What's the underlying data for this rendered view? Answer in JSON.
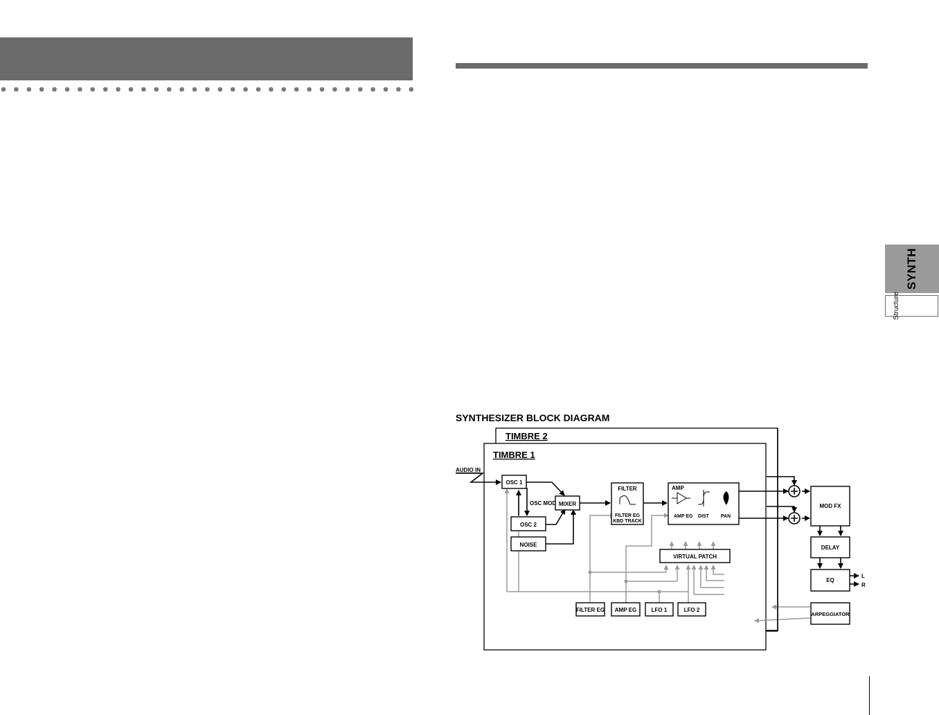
{
  "sidebar": {
    "tab_main": "SYNTH",
    "tab_sub": "Structure"
  },
  "diagram": {
    "title": "SYNTHESIZER BLOCK DIAGRAM",
    "timbre2_label": "TIMBRE 2",
    "timbre1_label": "TIMBRE 1",
    "audio_in": "AUDIO IN",
    "osc1": "OSC 1",
    "osc2": "OSC 2",
    "noise": "NOISE",
    "osc_mod": "OSC MOD",
    "mixer": "MIXER",
    "filter": "FILTER",
    "filter_eg_kbd_line1": "FILTER EG",
    "filter_eg_kbd_line2": "KBD TRACK",
    "amp": "AMP",
    "amp_eg_small": "AMP EG",
    "dist": "DIST",
    "pan": "PAN",
    "virtual_patch": "VIRTUAL PATCH",
    "filter_eg": "FILTER EG",
    "amp_eg": "AMP EG",
    "lfo1": "LFO 1",
    "lfo2": "LFO 2",
    "mod_fx": "MOD FX",
    "delay": "DELAY",
    "eq": "EQ",
    "arpeggiator": "ARPEGGIATOR",
    "out_l": "L",
    "out_r": "R"
  },
  "colors": {
    "header_gray": "#6b6b6b",
    "tab_gray": "#9a9a9a",
    "mod_line_gray": "#9a9a9a"
  }
}
